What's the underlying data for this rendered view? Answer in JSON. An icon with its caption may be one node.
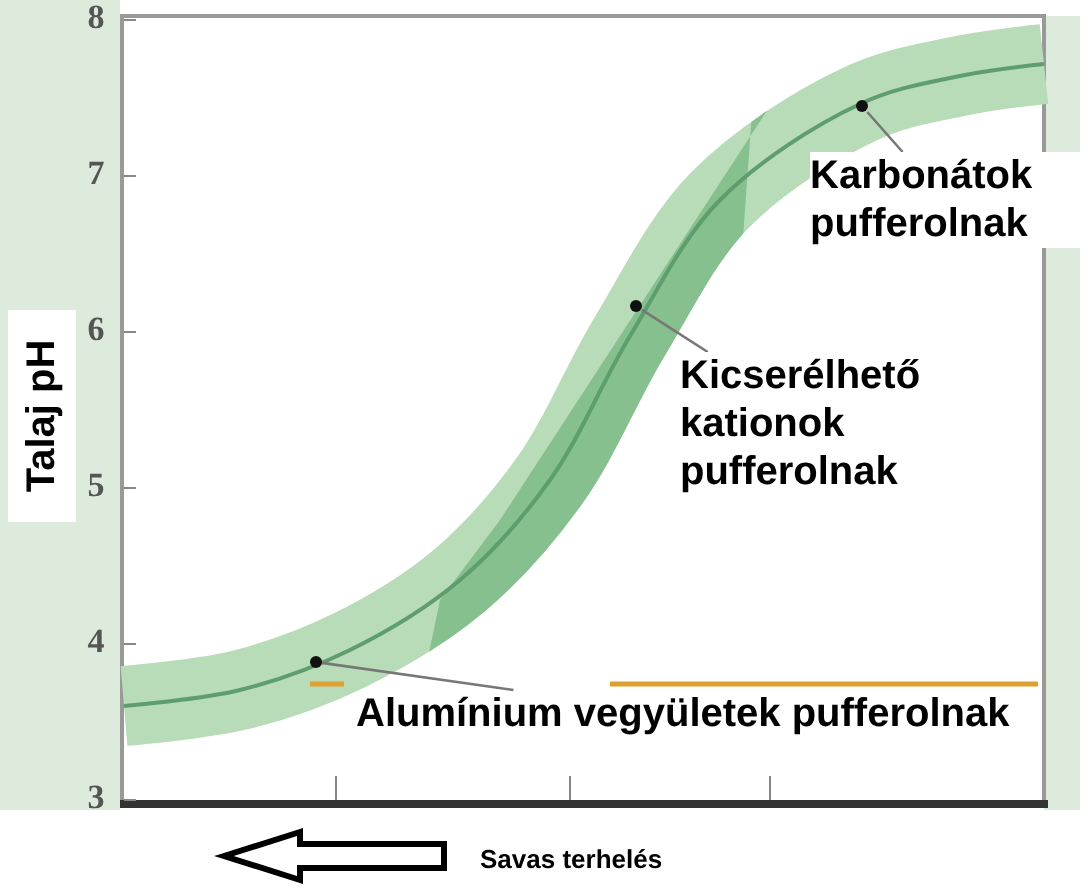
{
  "diagram": {
    "nodes": [
      {
        "text": [],
        "shape": "circle"
      },
      {
        "text": [],
        "shape": "circle"
      },
      {
        "text": [],
        "shape": "circle"
      },
      {
        "text": [
          "Karbonátok pufferolnak"
        ]
      },
      {
        "text": [
          "Kicserélhető kationok pufferolnak"
        ]
      },
      {
        "text": [
          "Alumínium vegyületek pufferolnak"
        ]
      }
    ],
    "edges": [
      {
        "from": 3,
        "to": 2,
        "arrow": "none"
      },
      {
        "from": 4,
        "to": 1,
        "arrow": "none"
      },
      {
        "from": 5,
        "to": 0,
        "arrow": "none"
      }
    ],
    "labels": [
      "8",
      "7",
      "6",
      "5",
      "4",
      "3",
      "Talaj pH",
      "Savas terhelés"
    ]
  }
}
